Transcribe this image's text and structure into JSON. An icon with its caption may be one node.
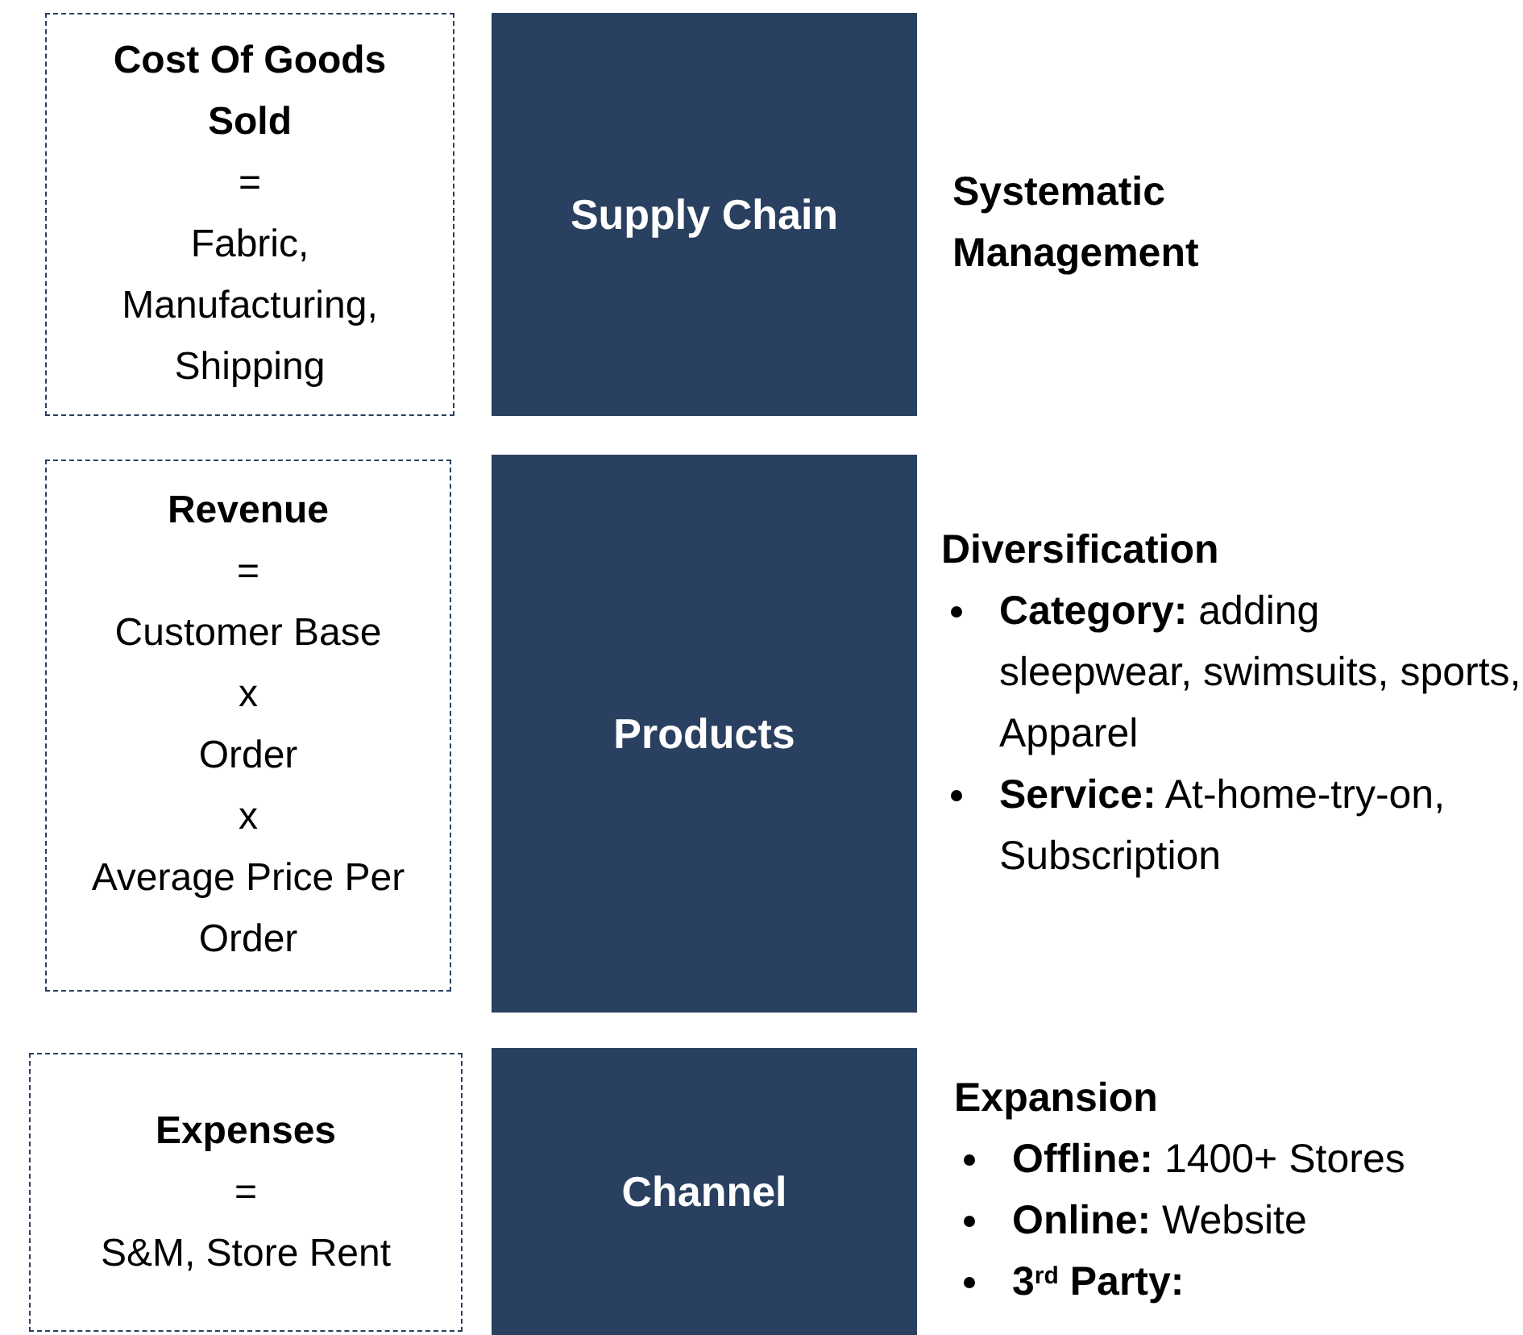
{
  "diagram": {
    "nodes": [
      {
        "text": [
          "Cost Of Goods Sold",
          "=",
          "Fabric, Manufacturing, Shipping"
        ]
      },
      {
        "text": [
          "Supply Chain"
        ]
      },
      {
        "text": [
          "Revenue",
          "=",
          "Customer Base",
          "x",
          "Order",
          "x",
          "Average Price Per Order"
        ]
      },
      {
        "text": [
          "Products"
        ]
      },
      {
        "text": [
          "Expenses",
          "=",
          "S&M, Store Rent"
        ]
      },
      {
        "text": [
          "Channel"
        ]
      }
    ],
    "labels": [
      "Systematic Management",
      "Diversification",
      "**Category:** adding sleepwear, swimsuits, sports, Apparel",
      "**Service:** At-home-try-on, Subscription",
      "Expansion",
      "**Offline:** 1400+ Stores",
      "**Online:** Website",
      "**3**$^{rd}$ **Party:**"
    ]
  }
}
